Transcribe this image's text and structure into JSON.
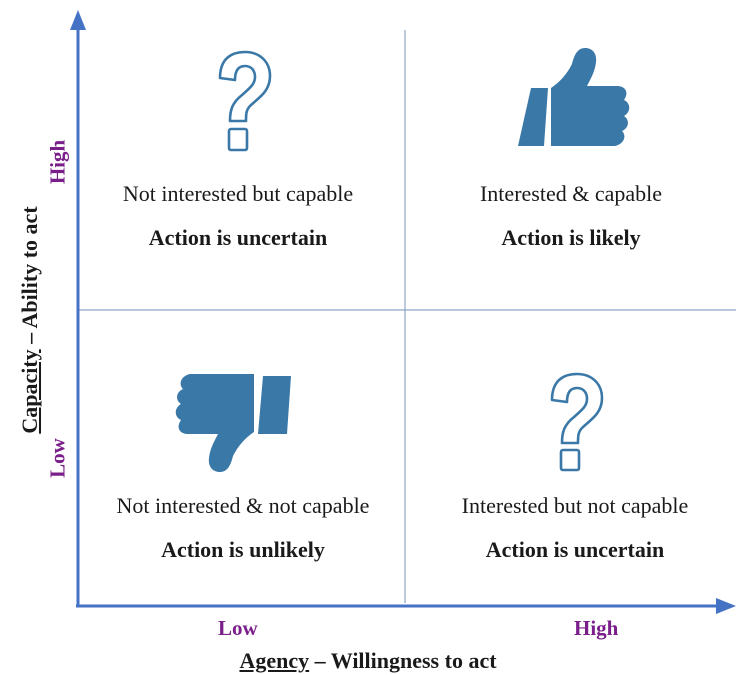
{
  "colors": {
    "axis": "#4472c4",
    "divider": "#8fa6c8",
    "icon": "#3a78a8",
    "tick_label": "#7a1e8a",
    "text": "#1a1a1a"
  },
  "quadrants": {
    "top_left": {
      "line1": "Not interested but capable",
      "line2": "Action is uncertain",
      "icon": "question-mark-icon"
    },
    "top_right": {
      "line1": "Interested & capable",
      "line2": "Action is likely",
      "icon": "thumbs-up-icon"
    },
    "bottom_left": {
      "line1": "Not interested & not capable",
      "line2": "Action is unlikely",
      "icon": "thumbs-down-icon"
    },
    "bottom_right": {
      "line1": "Interested but not capable",
      "line2": "Action is uncertain",
      "icon": "question-mark-icon"
    }
  },
  "x_axis": {
    "title_main": "Agency",
    "title_rest": " – Willingness to act",
    "low": "Low",
    "high": "High"
  },
  "y_axis": {
    "title_main": "Capacity",
    "title_rest": " – Ability to act",
    "low": "Low",
    "high": "High"
  }
}
